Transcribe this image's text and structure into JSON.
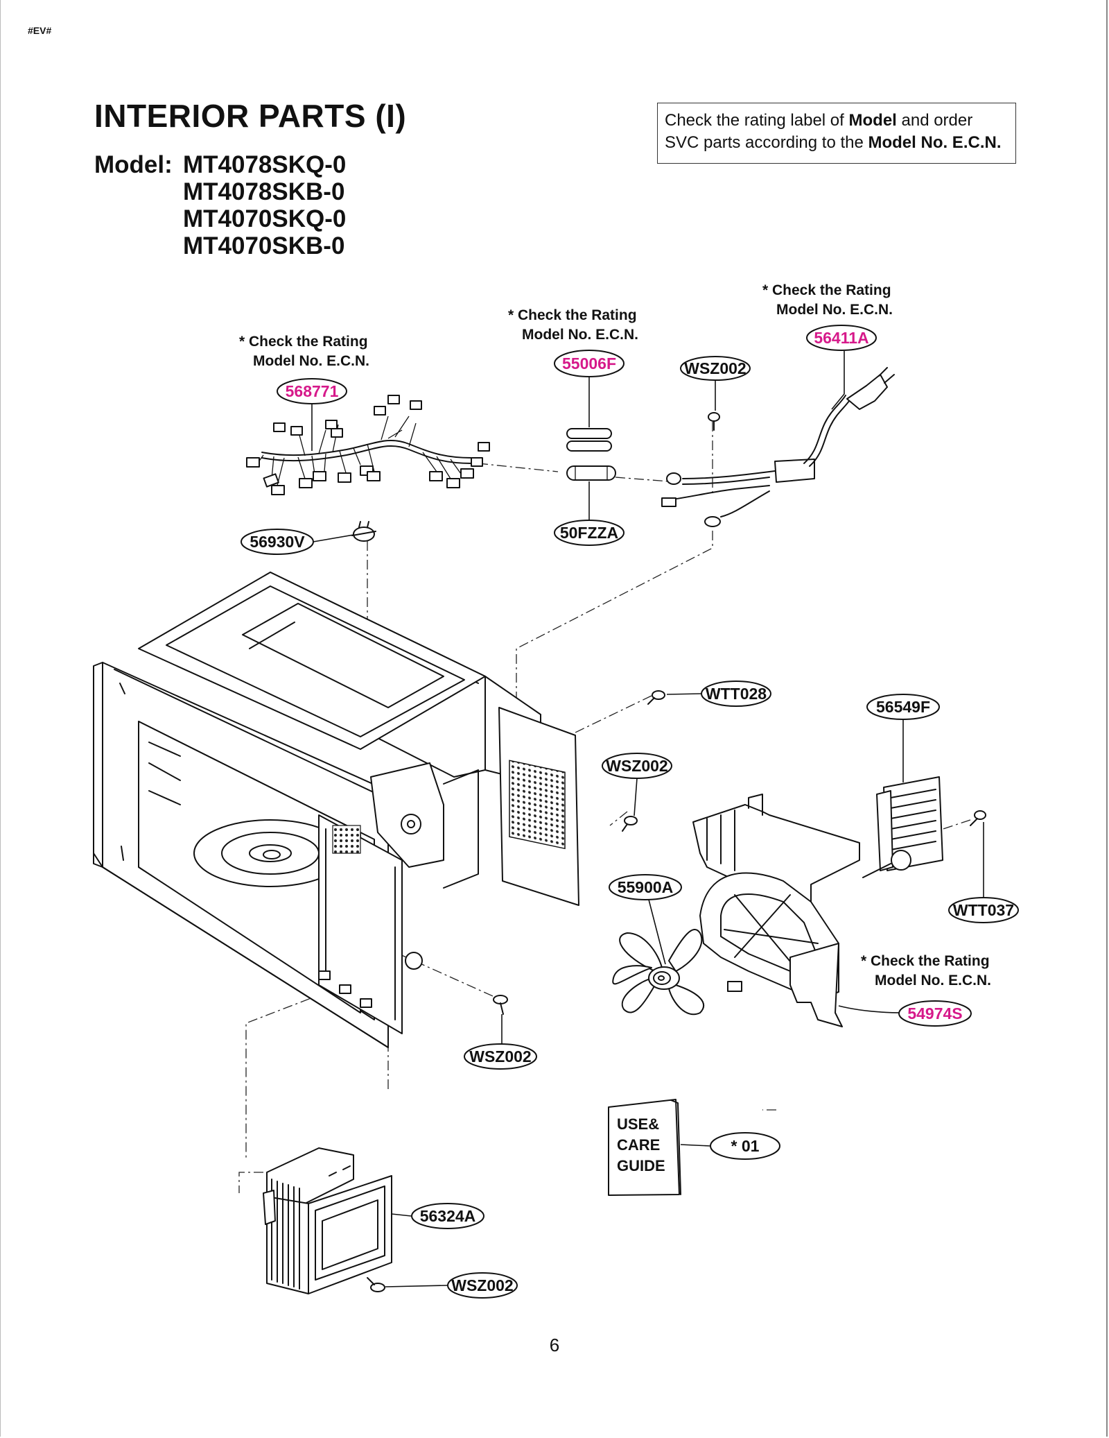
{
  "doc_code": "#EV#",
  "title": "INTERIOR PARTS (I)",
  "model_label": "Model:",
  "models": [
    "MT4078SKQ-0",
    "MT4078SKB-0",
    "MT4070SKQ-0",
    "MT4070SKB-0"
  ],
  "notice": {
    "pre": "Check the rating label of ",
    "bold1": "Model",
    "mid": " and order",
    "line2_pre": "SVC parts according to the ",
    "bold2": "Model No. E.C.N."
  },
  "rating_note": {
    "line1": "* Check the Rating",
    "line2": "Model No. E.C.N."
  },
  "colors": {
    "highlight": "#d6198a",
    "ink": "#111111"
  },
  "parts": {
    "harness": "568771",
    "fuse_holder": "55006F",
    "fuse": "50FZZA",
    "power_cord": "56411A",
    "screw_top": "WSZ002",
    "thermostat": "56930V",
    "screw_wtt028": "WTT028",
    "screw_mid": "WSZ002",
    "fan_motor": "56549F",
    "fan_blade": "55900A",
    "screw_wtt037": "WTT037",
    "air_guide": "54974S",
    "screw_bottom": "WSZ002",
    "magnetron": "56324A",
    "screw_magnetron": "WSZ002",
    "manual": "* 01"
  },
  "manual_text": [
    "USE&",
    "CARE",
    "GUIDE"
  ],
  "page_number": "6"
}
